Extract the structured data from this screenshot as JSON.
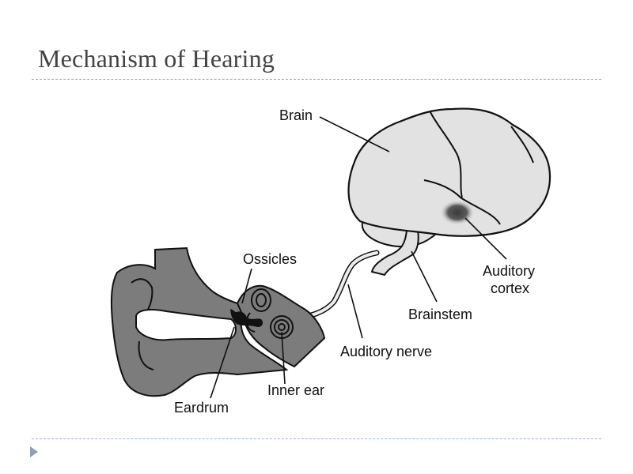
{
  "title": "Mechanism of Hearing",
  "labels": {
    "brain": "Brain",
    "ossicles": "Ossicles",
    "auditory_cortex_line1": "Auditory",
    "auditory_cortex_line2": "cortex",
    "brainstem": "Brainstem",
    "auditory_nerve": "Auditory nerve",
    "inner_ear": "Inner ear",
    "eardrum": "Eardrum"
  },
  "colors": {
    "brain_fill": "#e2e2e2",
    "ear_fill": "#7c7c7c",
    "cortex_spot": "#555555",
    "rule": "#9fb3c8"
  }
}
